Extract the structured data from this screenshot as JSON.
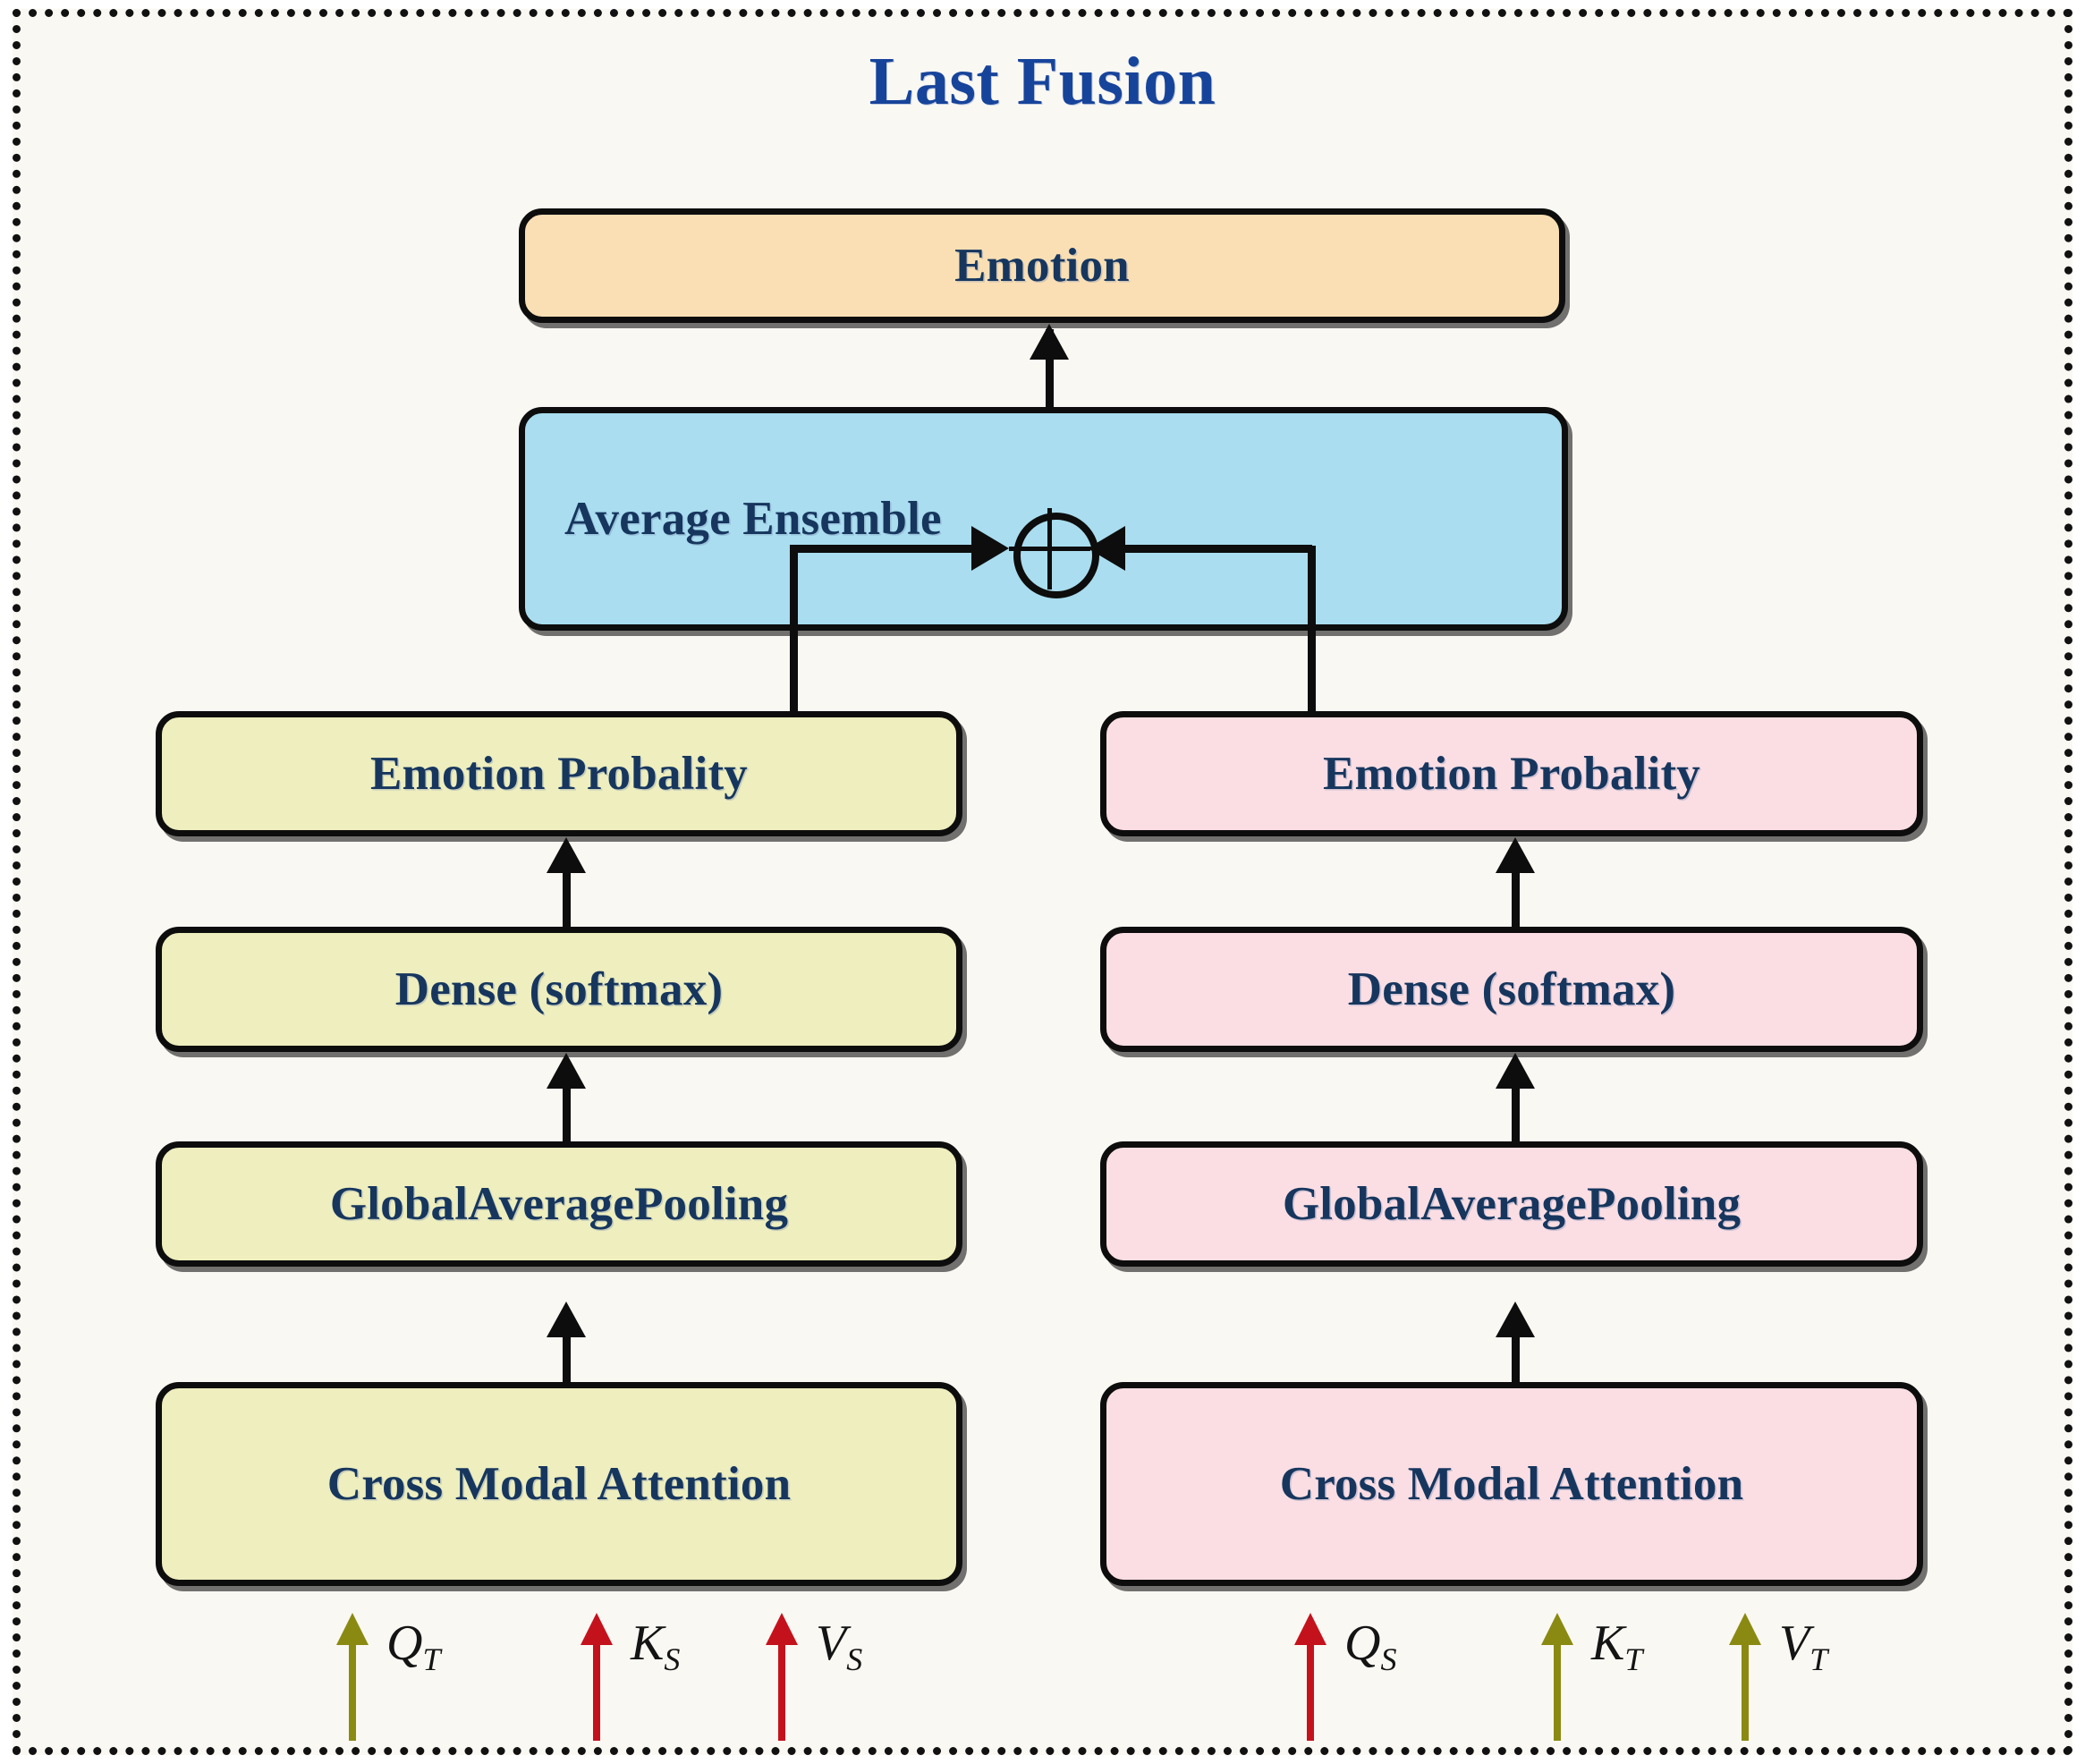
{
  "figure": {
    "title": "Last Fusion",
    "background": "#faf8f3",
    "border_style": "dotted",
    "title_color": "#17449b",
    "text_color": "#16365e"
  },
  "nodes": {
    "emotion": {
      "label": "Emotion",
      "color": "#fadfb4"
    },
    "ensemble": {
      "label": "Average Ensemble",
      "color": "#a9ddef"
    },
    "operator": {
      "symbol": "plus-circle",
      "name": "sum-operator"
    }
  },
  "branches": [
    {
      "id": "left-branch",
      "color": "#eeeebe",
      "stack": [
        {
          "label": "Emotion Probality"
        },
        {
          "label": "Dense (softmax)"
        },
        {
          "label": "GlobalAveragePooling"
        },
        {
          "label": "Cross Modal Attention"
        }
      ],
      "inputs": [
        {
          "name": "Q",
          "sub": "T",
          "color": "#8a8a12"
        },
        {
          "name": "K",
          "sub": "S",
          "color": "#c4121c"
        },
        {
          "name": "V",
          "sub": "S",
          "color": "#c4121c"
        }
      ]
    },
    {
      "id": "right-branch",
      "color": "#fbdee3",
      "stack": [
        {
          "label": "Emotion Probality"
        },
        {
          "label": "Dense (softmax)"
        },
        {
          "label": "GlobalAveragePooling"
        },
        {
          "label": "Cross Modal Attention"
        }
      ],
      "inputs": [
        {
          "name": "Q",
          "sub": "S",
          "color": "#c4121c"
        },
        {
          "name": "K",
          "sub": "T",
          "color": "#8a8a12"
        },
        {
          "name": "V",
          "sub": "T",
          "color": "#8a8a12"
        }
      ]
    }
  ]
}
